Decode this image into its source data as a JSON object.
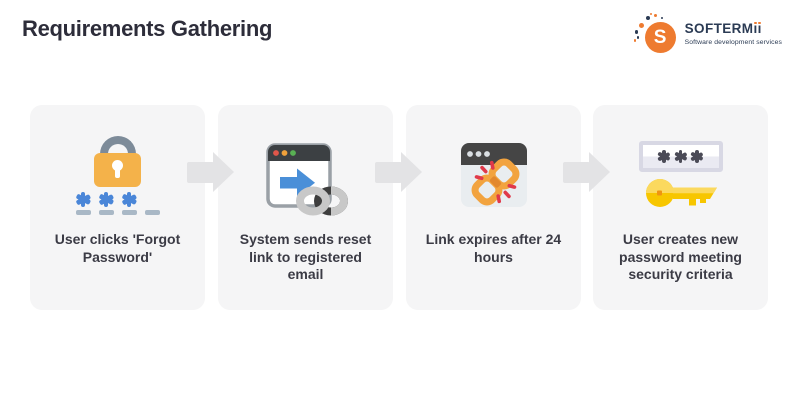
{
  "header": {
    "title": "Requirements Gathering",
    "logo": {
      "mark_letter": "S",
      "brand_main": "SOFTERM",
      "brand_ii": "ıı",
      "tagline": "Software development services"
    }
  },
  "steps": [
    {
      "icon": "forgot-password-lock-icon",
      "label": "User clicks 'Forgot Password'",
      "lines": [
        "User clicks 'Forgot",
        "Password'"
      ]
    },
    {
      "icon": "browser-reset-link-icon",
      "label": "System sends reset link to registered email",
      "lines": [
        "System sends reset",
        "link to registered",
        "email"
      ]
    },
    {
      "icon": "browser-broken-link-icon",
      "label": "Link expires after 24 hours",
      "lines": [
        "Link expires after 24",
        "hours"
      ]
    },
    {
      "icon": "new-password-key-icon",
      "label": "User creates new password meeting security criteria",
      "lines": [
        "User creates new",
        "password meeting",
        "security criteria"
      ]
    }
  ],
  "connector_icon": "right-arrow-icon",
  "colors": {
    "brand_orange": "#EE7B30",
    "brand_navy": "#2B3B54",
    "title_text": "#2d2d3a",
    "card_background": "#f5f5f6",
    "card_text": "#3b3b45",
    "arrow_gray": "#e3e3e5",
    "lock_orange": "#f4b24a",
    "shackle_gray": "#7d8b99",
    "password_blue": "#4a86d8",
    "dash_gray": "#a9b8c6",
    "browser_header_dark": "#3c4043",
    "link_orange": "#f2a33f",
    "alert_red": "#e0394a",
    "key_yellow": "#f7c600"
  }
}
